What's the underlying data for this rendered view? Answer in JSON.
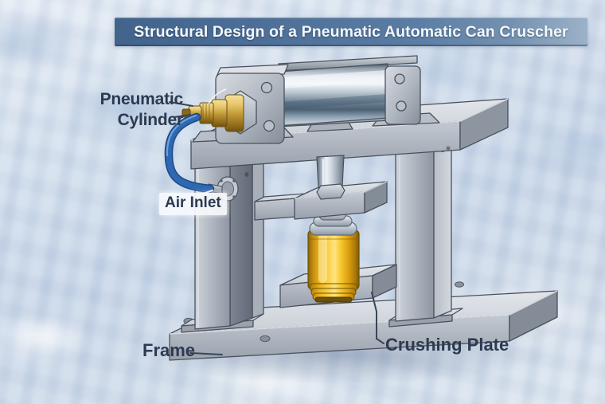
{
  "title": {
    "part1": "Structural Design of a ",
    "part2": "Pneumatic",
    "part3": " Automatic ",
    "part4": "Can Cruscher"
  },
  "labels": {
    "pneumatic_cylinder_line1": "Pneumatic",
    "pneumatic_cylinder_line2": "Cylinder",
    "air_inlet": "Air Inlet",
    "frame": "Frame",
    "crushing_plate": "Crushing Plate"
  },
  "colors": {
    "banner_blue_start": "#42648b",
    "banner_blue_end": "#9db2c9",
    "title_text": "#f4f8fb",
    "label_text": "#2c3a50",
    "can_yellow": "#f5c31f",
    "hose_blue": "#2f68b2",
    "brass_gold": "#c99f3a",
    "frame_gray": "#b6bcc5",
    "background_sky": "#cfdcea"
  }
}
